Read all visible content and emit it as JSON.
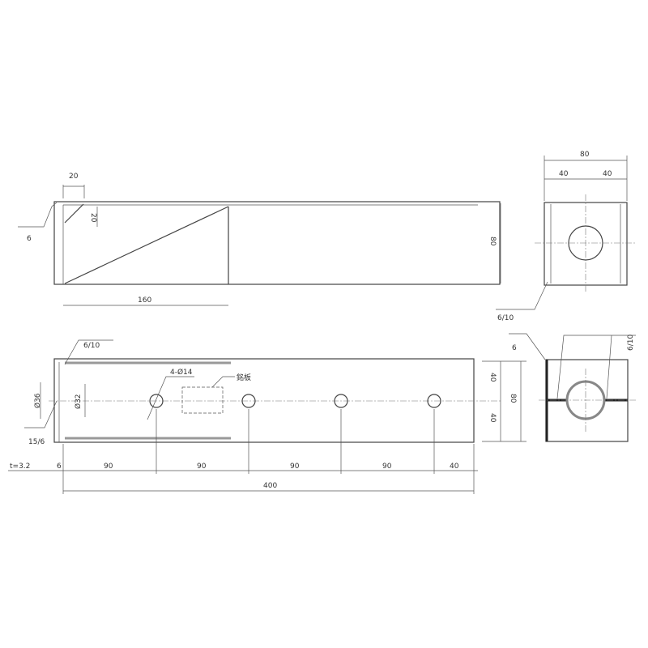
{
  "side_view": {
    "dim_top": "20",
    "dim_gusset": "20",
    "dim_length": "160",
    "dim_height": "80",
    "weld_left": "6"
  },
  "end_view_top": {
    "dim_width": "80",
    "dim_left": "40",
    "dim_right": "40",
    "weld": "6/10"
  },
  "plan_view": {
    "weld_top": "6/10",
    "holes": "4-Ø14",
    "nameplate": "銘板",
    "dia_outer": "Ø36",
    "dia_inner": "Ø32",
    "weld_left": "15/6",
    "thickness": "t=3.2",
    "dim_edge": "6",
    "dims": [
      "90",
      "90",
      "90",
      "90",
      "40"
    ],
    "dim_total": "400",
    "dim_upper": "40",
    "dim_lower": "40",
    "dim_height": "80"
  },
  "end_view_bottom": {
    "weld_left": "6",
    "weld_right": "6/10"
  }
}
